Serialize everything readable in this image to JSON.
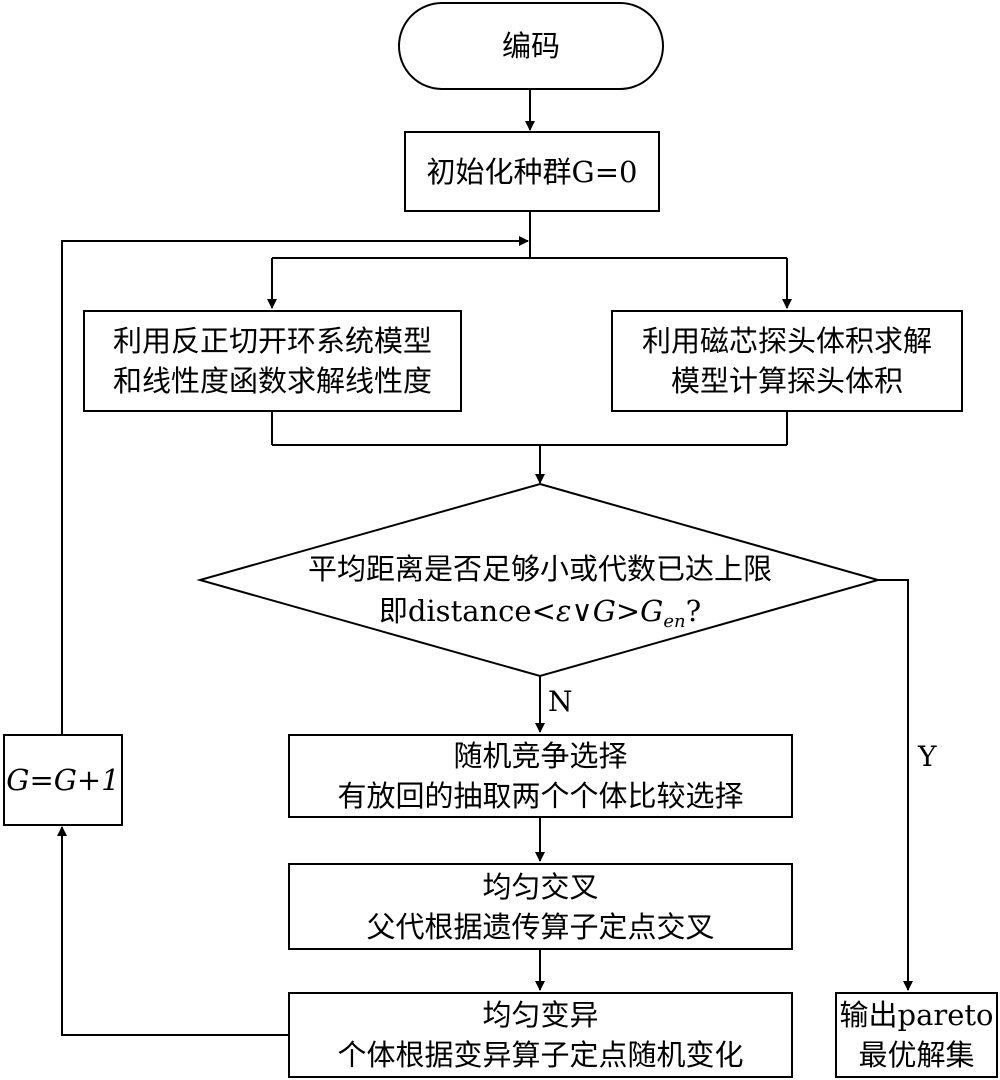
{
  "nodes": {
    "start": {
      "label": "编码"
    },
    "init": {
      "label": "初始化种群G=0"
    },
    "linearity": {
      "line1": "利用反正切开环系统模型",
      "line2": "和线性度函数求解线性度"
    },
    "volume": {
      "line1": "利用磁芯探头体积求解",
      "line2": "模型计算探头体积"
    },
    "decision": {
      "line1": "平均距离是否足够小或代数已达上限",
      "line2_prefix": "即distance<",
      "epsilon": "ε",
      "or": "∨",
      "g": "G",
      "gt": ">",
      "g_sub_base": "G",
      "g_sub": "en",
      "q": "?"
    },
    "selection": {
      "line1": "随机竞争选择",
      "line2": "有放回的抽取两个个体比较选择"
    },
    "crossover": {
      "line1": "均匀交叉",
      "line2": "父代根据遗传算子定点交叉"
    },
    "mutation": {
      "line1": "均匀变异",
      "line2": "个体根据变异算子定点随机变化"
    },
    "increment": {
      "label": "G=G+1"
    },
    "output": {
      "line1": "输出pareto",
      "line2": "最优解集"
    }
  },
  "edge_labels": {
    "no": "N",
    "yes": "Y"
  }
}
